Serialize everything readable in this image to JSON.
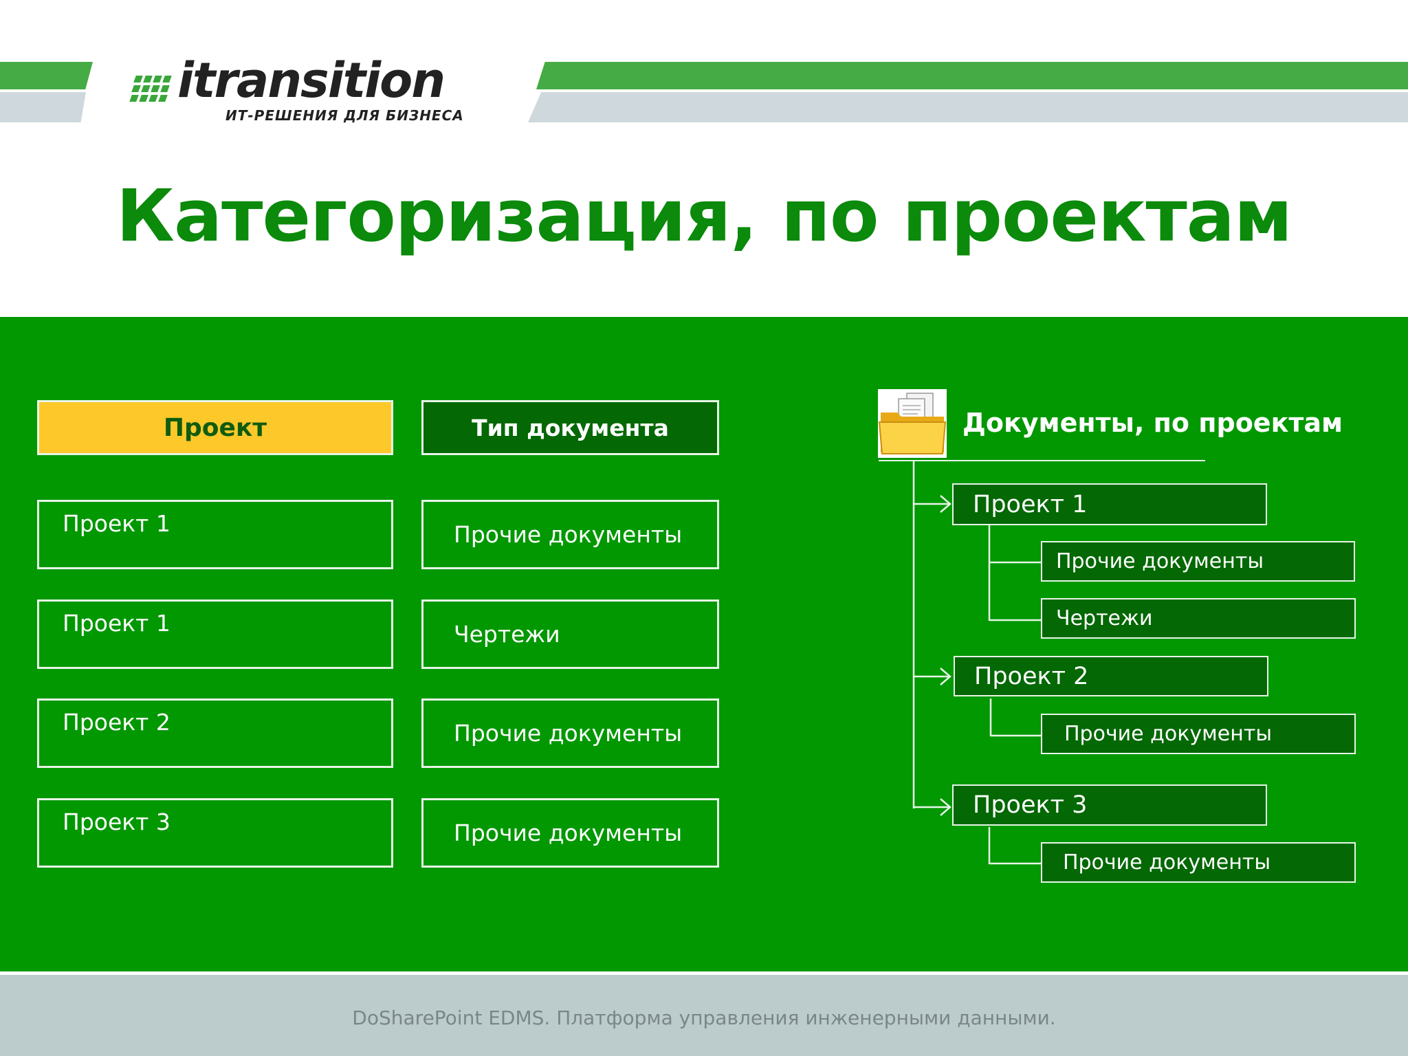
{
  "logo": {
    "word": "itransition",
    "tagline": "ИТ-РЕШЕНИЯ ДЛЯ БИЗНЕСА"
  },
  "title": "Категоризация, по проектам",
  "table": {
    "header_project": "Проект",
    "header_type": "Тип документа",
    "rows": [
      {
        "project": "Проект 1",
        "type": "Прочие документы"
      },
      {
        "project": "Проект 1",
        "type": "Чертежи"
      },
      {
        "project": "Проект 2",
        "type": "Прочие документы"
      },
      {
        "project": "Проект 3",
        "type": "Прочие документы"
      }
    ]
  },
  "tree": {
    "root": "Документы, по проектам",
    "icon": "folder-icon",
    "projects": [
      {
        "label": "Проект 1",
        "children": [
          "Прочие документы",
          "Чертежи"
        ]
      },
      {
        "label": "Проект 2",
        "children": [
          "Прочие документы"
        ]
      },
      {
        "label": "Проект 3",
        "children": [
          "Прочие документы"
        ]
      }
    ]
  },
  "footer": "DoSharePoint EDMS. Платформа управления инженерными данными.",
  "colors": {
    "panel_green": "#029802",
    "title_green": "#0b8a0b",
    "header_yellow": "#fcc82a",
    "dark_green": "#046804",
    "footer_gray": "#bccbcc"
  }
}
